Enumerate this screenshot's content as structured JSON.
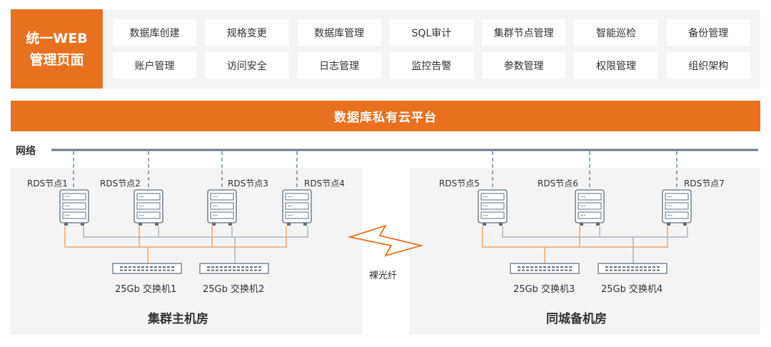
{
  "web": {
    "line1": "统一WEB",
    "line2": "管理页面"
  },
  "menu": [
    "数据库创建",
    "规格变更",
    "数据库管理",
    "SQL审计",
    "集群节点管理",
    "智能巡检",
    "备份管理",
    "账户管理",
    "访问安全",
    "日志管理",
    "监控告警",
    "参数管理",
    "权限管理",
    "组织架构"
  ],
  "platform": {
    "title": "数据库私有云平台"
  },
  "network": {
    "label": "网络"
  },
  "rooms": {
    "a": {
      "title": "集群主机房",
      "nodes": [
        "RDS节点1",
        "RDS节点2",
        "RDS节点3",
        "RDS节点4"
      ],
      "switches": [
        "25Gb 交换机1",
        "25Gb 交换机2"
      ]
    },
    "b": {
      "title": "同城备机房",
      "nodes": [
        "RDS节点5",
        "RDS节点6",
        "RDS节点7"
      ],
      "switches": [
        "25Gb 交换机3",
        "25Gb 交换机4"
      ]
    }
  },
  "fiber": {
    "label": "裸光纤"
  },
  "colors": {
    "accent": "#e8711f",
    "line_gray": "#a9b4bf",
    "network": "#6b7b8b",
    "dashed": "#6b8aa6"
  }
}
